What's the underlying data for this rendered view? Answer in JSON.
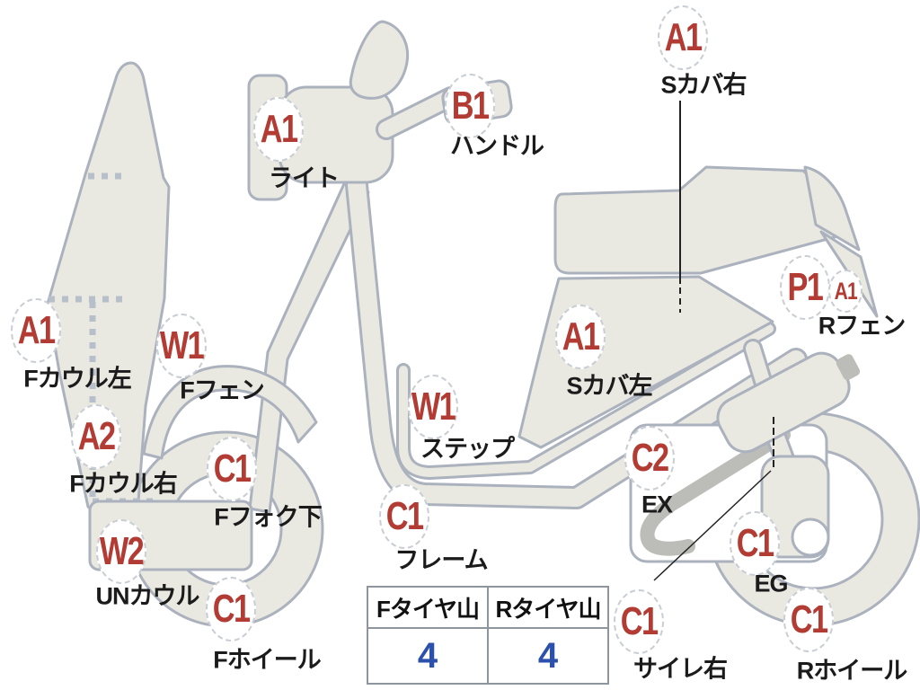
{
  "diagram": {
    "title": "scooter-condition-diagram",
    "colors": {
      "body_fill": "#e9e9e2",
      "body_stroke": "#abb2bd",
      "badge_red": "#b23b33",
      "label_black": "#1b1b1b",
      "pipe_gray": "#bcbcb8",
      "table_border": "#8e959c",
      "value_blue": "#2b51ad"
    },
    "badges": [
      {
        "code": "A1",
        "label": "ライト"
      },
      {
        "code": "B1",
        "label": "ハンドル"
      },
      {
        "code": "A1",
        "label": "Sカバ右"
      },
      {
        "code": "A1",
        "label": "Fカウル左"
      },
      {
        "code": "W1",
        "label": "Fフェン"
      },
      {
        "code": "A2",
        "label": "Fカウル右"
      },
      {
        "code": "C1",
        "label": "Fフォク下"
      },
      {
        "code": "W2",
        "label": "UNカウル"
      },
      {
        "code": "C1",
        "label": "Fホイール"
      },
      {
        "code": "W1",
        "label": "ステップ"
      },
      {
        "code": "C1",
        "label": "フレーム"
      },
      {
        "code": "A1",
        "label": "Sカバ左"
      },
      {
        "code": "C2",
        "label": "EX"
      },
      {
        "code": "C1",
        "label": "EG"
      },
      {
        "code": "C1",
        "label": "サイレ右"
      },
      {
        "code": "C1",
        "label": "Rホイール"
      },
      {
        "code": "P1",
        "label": "Rフェン"
      },
      {
        "code": "A1",
        "label": ""
      }
    ]
  },
  "tire_table": {
    "headers": [
      "Fタイヤ山",
      "Rタイヤ山"
    ],
    "values": [
      "4",
      "4"
    ]
  }
}
